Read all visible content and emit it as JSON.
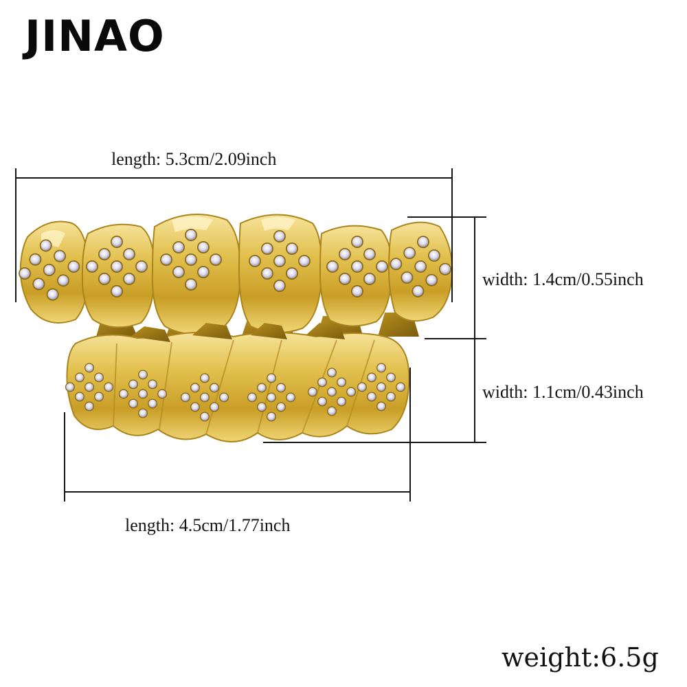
{
  "brand": {
    "logo_text": "JINAO"
  },
  "product": {
    "name": "gold grillz set with rhinestones",
    "upper_grill": {
      "teeth_count": 6
    },
    "lower_grill": {
      "teeth_count": 6
    },
    "colors": {
      "gold_light": "#f3dc85",
      "gold_mid": "#d8b23c",
      "gold_dark": "#8a6a12",
      "stone": "#e8e6f2",
      "line": "#151515"
    }
  },
  "dimensions": {
    "top_length": "length:  5.3cm/2.09inch",
    "upper_width": "width:  1.4cm/0.55inch",
    "lower_width": "width:  1.1cm/0.43inch",
    "bottom_length": "length:  4.5cm/1.77inch"
  },
  "weight": "weight:6.5g"
}
